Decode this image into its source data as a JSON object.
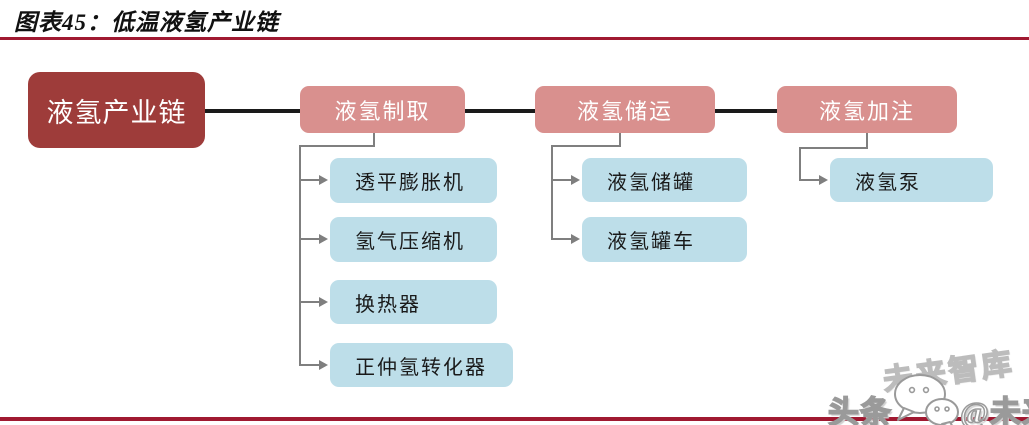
{
  "header": {
    "title": "图表45：低温液氢产业链"
  },
  "diagram": {
    "root": {
      "label": "液氢产业链"
    },
    "branches": [
      {
        "label": "液氢制取",
        "children": [
          "透平膨胀机",
          "氢气压缩机",
          "换热器",
          "正仲氢转化器"
        ]
      },
      {
        "label": "液氢储运",
        "children": [
          "液氢储罐",
          "液氢罐车"
        ]
      },
      {
        "label": "液氢加注",
        "children": [
          "液氢泵"
        ]
      }
    ]
  },
  "watermark": {
    "tilted_text": "未来智库",
    "prefix_text": "头条",
    "suffix_text": "@未来智库",
    "icon": "wechat-bubbles-icon"
  },
  "colors": {
    "root_box": "#9E3C3A",
    "branch_box": "#D9908E",
    "leaf_box": "#BDDEE9",
    "rule": "#A01931",
    "trunk_line": "#1A1A1A",
    "connector": "#7F7F7F"
  }
}
